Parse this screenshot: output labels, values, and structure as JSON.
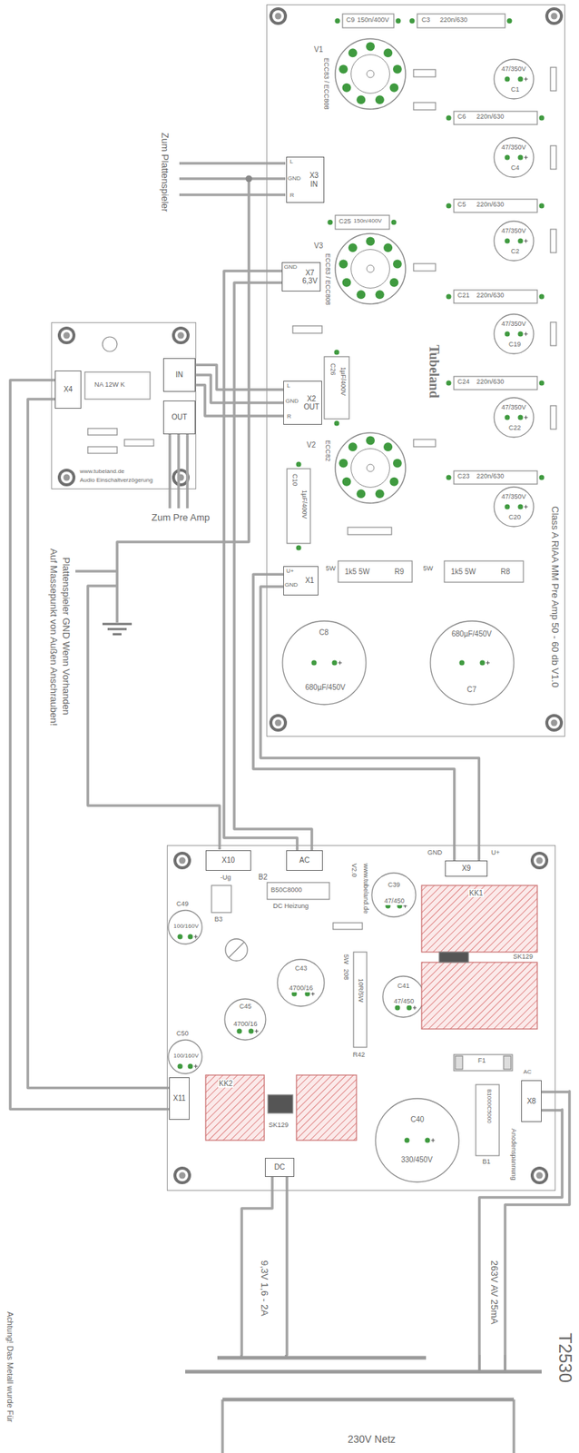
{
  "diagram": {
    "nodes": [
      {
        "text": [
          "Class A RIAA MM Pre Amp 50 - 60 db V1.0"
        ]
      },
      {
        "text": [
          "X3",
          "IN"
        ],
        "in": 0
      },
      {
        "text": [
          "X7",
          "6,3V"
        ],
        "in": 0
      },
      {
        "text": [
          "X2",
          "OUT"
        ],
        "in": 0
      },
      {
        "text": [
          "X1"
        ],
        "in": 0
      },
      {
        "text": [
          "www.tubeland.de",
          "Audio Einschaltverzögerung"
        ]
      },
      {
        "text": [
          "X4"
        ],
        "in": 5
      },
      {
        "text": [
          "IN"
        ],
        "in": 5
      },
      {
        "text": [
          "OUT"
        ],
        "in": 5
      },
      {
        "text": [
          "V2.0",
          "www.tubeland.de"
        ]
      },
      {
        "text": [
          "X10"
        ],
        "in": 9
      },
      {
        "text": [
          "AC"
        ],
        "in": 9
      },
      {
        "text": [
          "X9"
        ],
        "in": 9
      },
      {
        "text": [
          "X8"
        ],
        "in": 9
      },
      {
        "text": [
          "X11"
        ],
        "in": 9
      },
      {
        "text": [
          "DC"
        ],
        "in": 9
      },
      {
        "text": [
          "T2530"
        ]
      }
    ],
    "edges": [
      {
        "from": 3,
        "to": 7,
        "arrow": "none"
      },
      {
        "from": 3,
        "to": 7,
        "arrow": "none"
      },
      {
        "from": 3,
        "to": 7,
        "arrow": "none"
      },
      {
        "from": 2,
        "to": 11,
        "arrow": "none"
      },
      {
        "from": 2,
        "to": 11,
        "arrow": "none"
      },
      {
        "from": 4,
        "to": 12,
        "arrow": "none"
      },
      {
        "from": 4,
        "to": 12,
        "arrow": "none"
      },
      {
        "from": 6,
        "to": 14,
        "arrow": "none"
      },
      {
        "from": 6,
        "to": 14,
        "arrow": "none"
      },
      {
        "from": 16,
        "to": 13,
        "arrow": "none"
      },
      {
        "from": 16,
        "to": 13,
        "arrow": "none"
      },
      {
        "from": 16,
        "to": 15,
        "arrow": "none"
      },
      {
        "from": 16,
        "to": 15,
        "arrow": "none"
      }
    ],
    "labels": [
      "C9",
      "150n/400V",
      "C3",
      "220n/630",
      "47/350V",
      "C1",
      "C6",
      "220n/630",
      "47/350V",
      "C4",
      "C5",
      "220n/630",
      "47/350V",
      "C2",
      "C21",
      "220n/630",
      "47/350V",
      "C19",
      "C24",
      "220n/630",
      "47/350V",
      "C22",
      "C23",
      "220n/630",
      "47/350V",
      "C20",
      "V1",
      "ECC83 / ECC808",
      "C25",
      "150n/400V",
      "V3",
      "ECC83 / ECC808",
      "C26",
      "1µF/400V",
      "ECC82",
      "V2",
      "C10",
      "1µF/400V",
      "Tubeland",
      "5W",
      "1k5 5W",
      "R9",
      "5W",
      "1k5 5W",
      "R8",
      "C8",
      "680µF/450V",
      "680µF/450V",
      "C7",
      "L",
      "GND",
      "R",
      "GND",
      "L",
      "GND",
      "R",
      "U+",
      "GND",
      "Zum Plattenspieler",
      "Zum Pre Amp",
      "Plattenspieler GND Wenn Vorhanden",
      "Auf Massepunkt von Außen Anschrauben!",
      "NA 12W K",
      "-Ug",
      "B2",
      "B50C8000",
      "DC Heizung",
      "B3",
      "C49",
      "100/160V",
      "C50",
      "100/160V",
      "C43",
      "4700/16",
      "C45",
      "4700/16",
      "C39",
      "47/450",
      "C41",
      "47/450",
      "5W",
      "208",
      "10R/5W",
      "R42",
      "F1",
      "B1000C5000",
      "B1",
      "Anodenspannung",
      "AC",
      "KK1",
      "SK129",
      "KK2",
      "SK129",
      "C40",
      "330/450V",
      "GND",
      "U+",
      "9,3V 1,6 - 2A",
      "263V AV 25mA",
      "230V Netz",
      "Achtung! Das Metall wurde Für"
    ]
  }
}
